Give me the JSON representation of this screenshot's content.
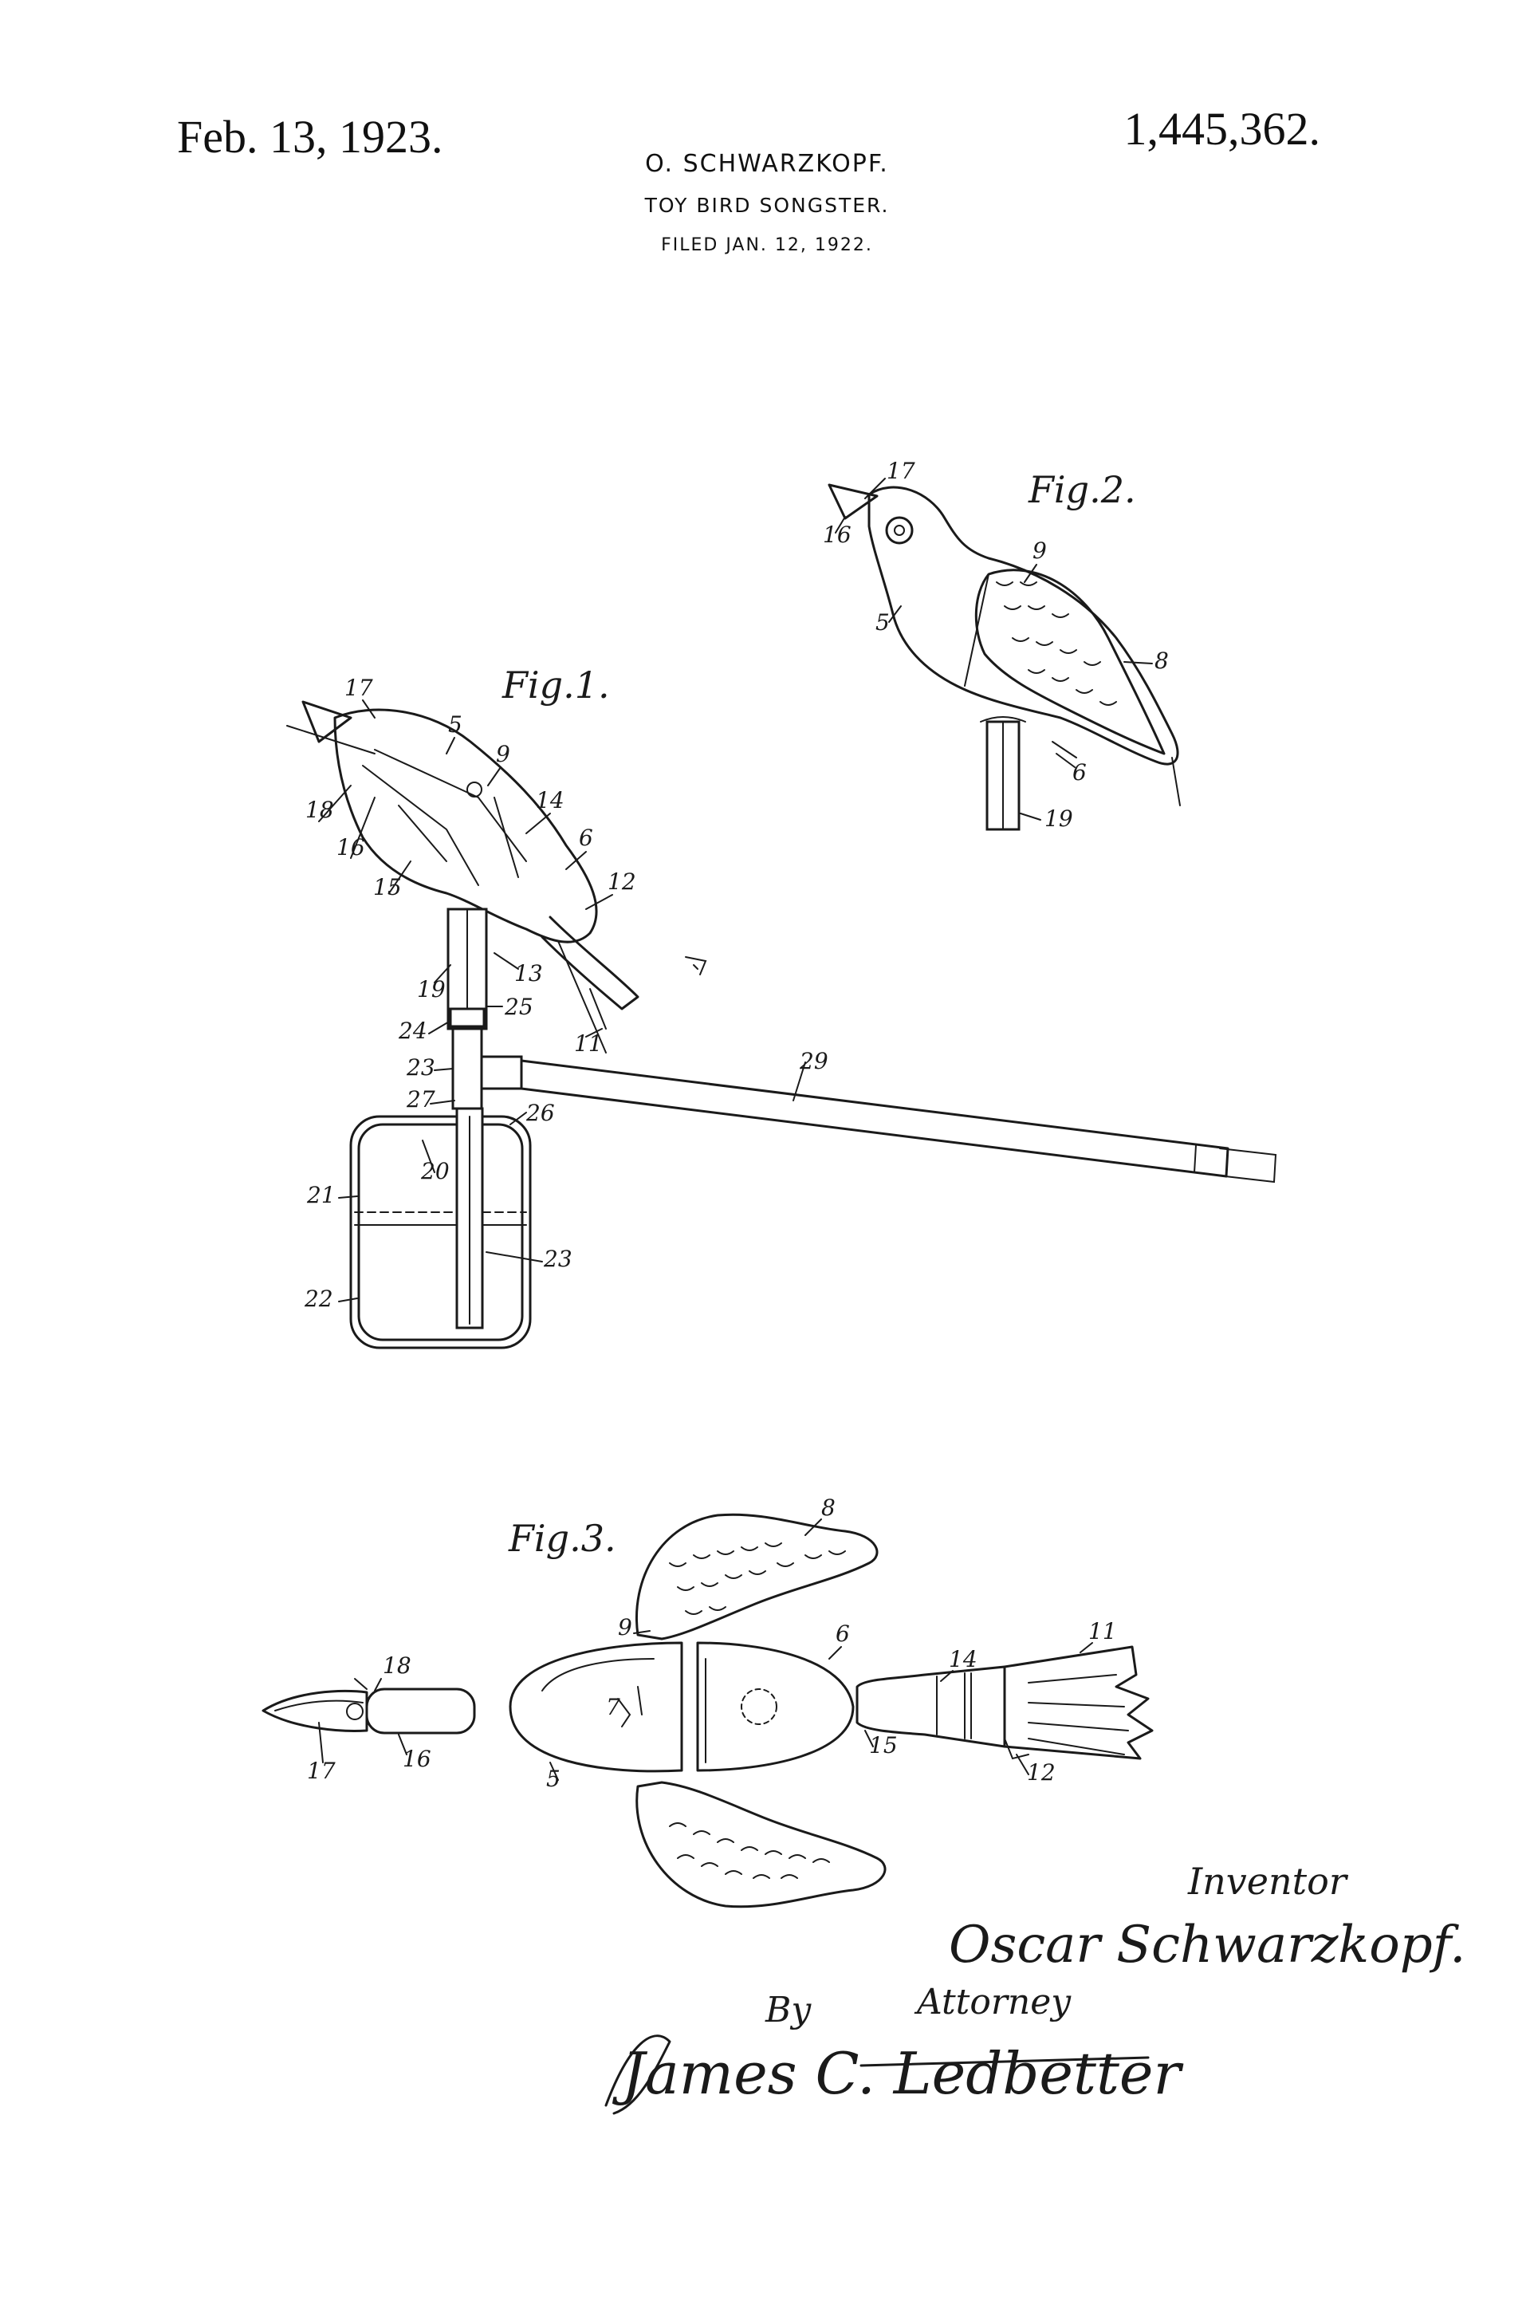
{
  "header": {
    "date": "Feb. 13, 1923.",
    "patent_number": "1,445,362.",
    "inventor_heading": "O. SCHWARZKOPF.",
    "title": "TOY BIRD SONGSTER.",
    "filed": "FILED JAN. 12, 1922."
  },
  "figures": {
    "fig1": {
      "label": "Fig.1.",
      "refs": [
        "17",
        "5",
        "9",
        "14",
        "18",
        "16",
        "15",
        "6",
        "12",
        "19",
        "13",
        "25",
        "24",
        "11",
        "23",
        "29",
        "27",
        "26",
        "20",
        "21",
        "23",
        "22"
      ]
    },
    "fig2": {
      "label": "Fig.2.",
      "refs": [
        "17",
        "16",
        "9",
        "5",
        "8",
        "6",
        "19"
      ]
    },
    "fig3": {
      "label": "Fig.3.",
      "refs": [
        "8",
        "9",
        "18",
        "6",
        "14",
        "11",
        "7",
        "17",
        "16",
        "5",
        "15",
        "12"
      ]
    }
  },
  "signature": {
    "inventor_label": "Inventor",
    "inventor_name": "Oscar Schwarzkopf.",
    "by_label": "By",
    "attorney_label": "Attorney",
    "attorney_signature": "James C. Ledbetter"
  }
}
